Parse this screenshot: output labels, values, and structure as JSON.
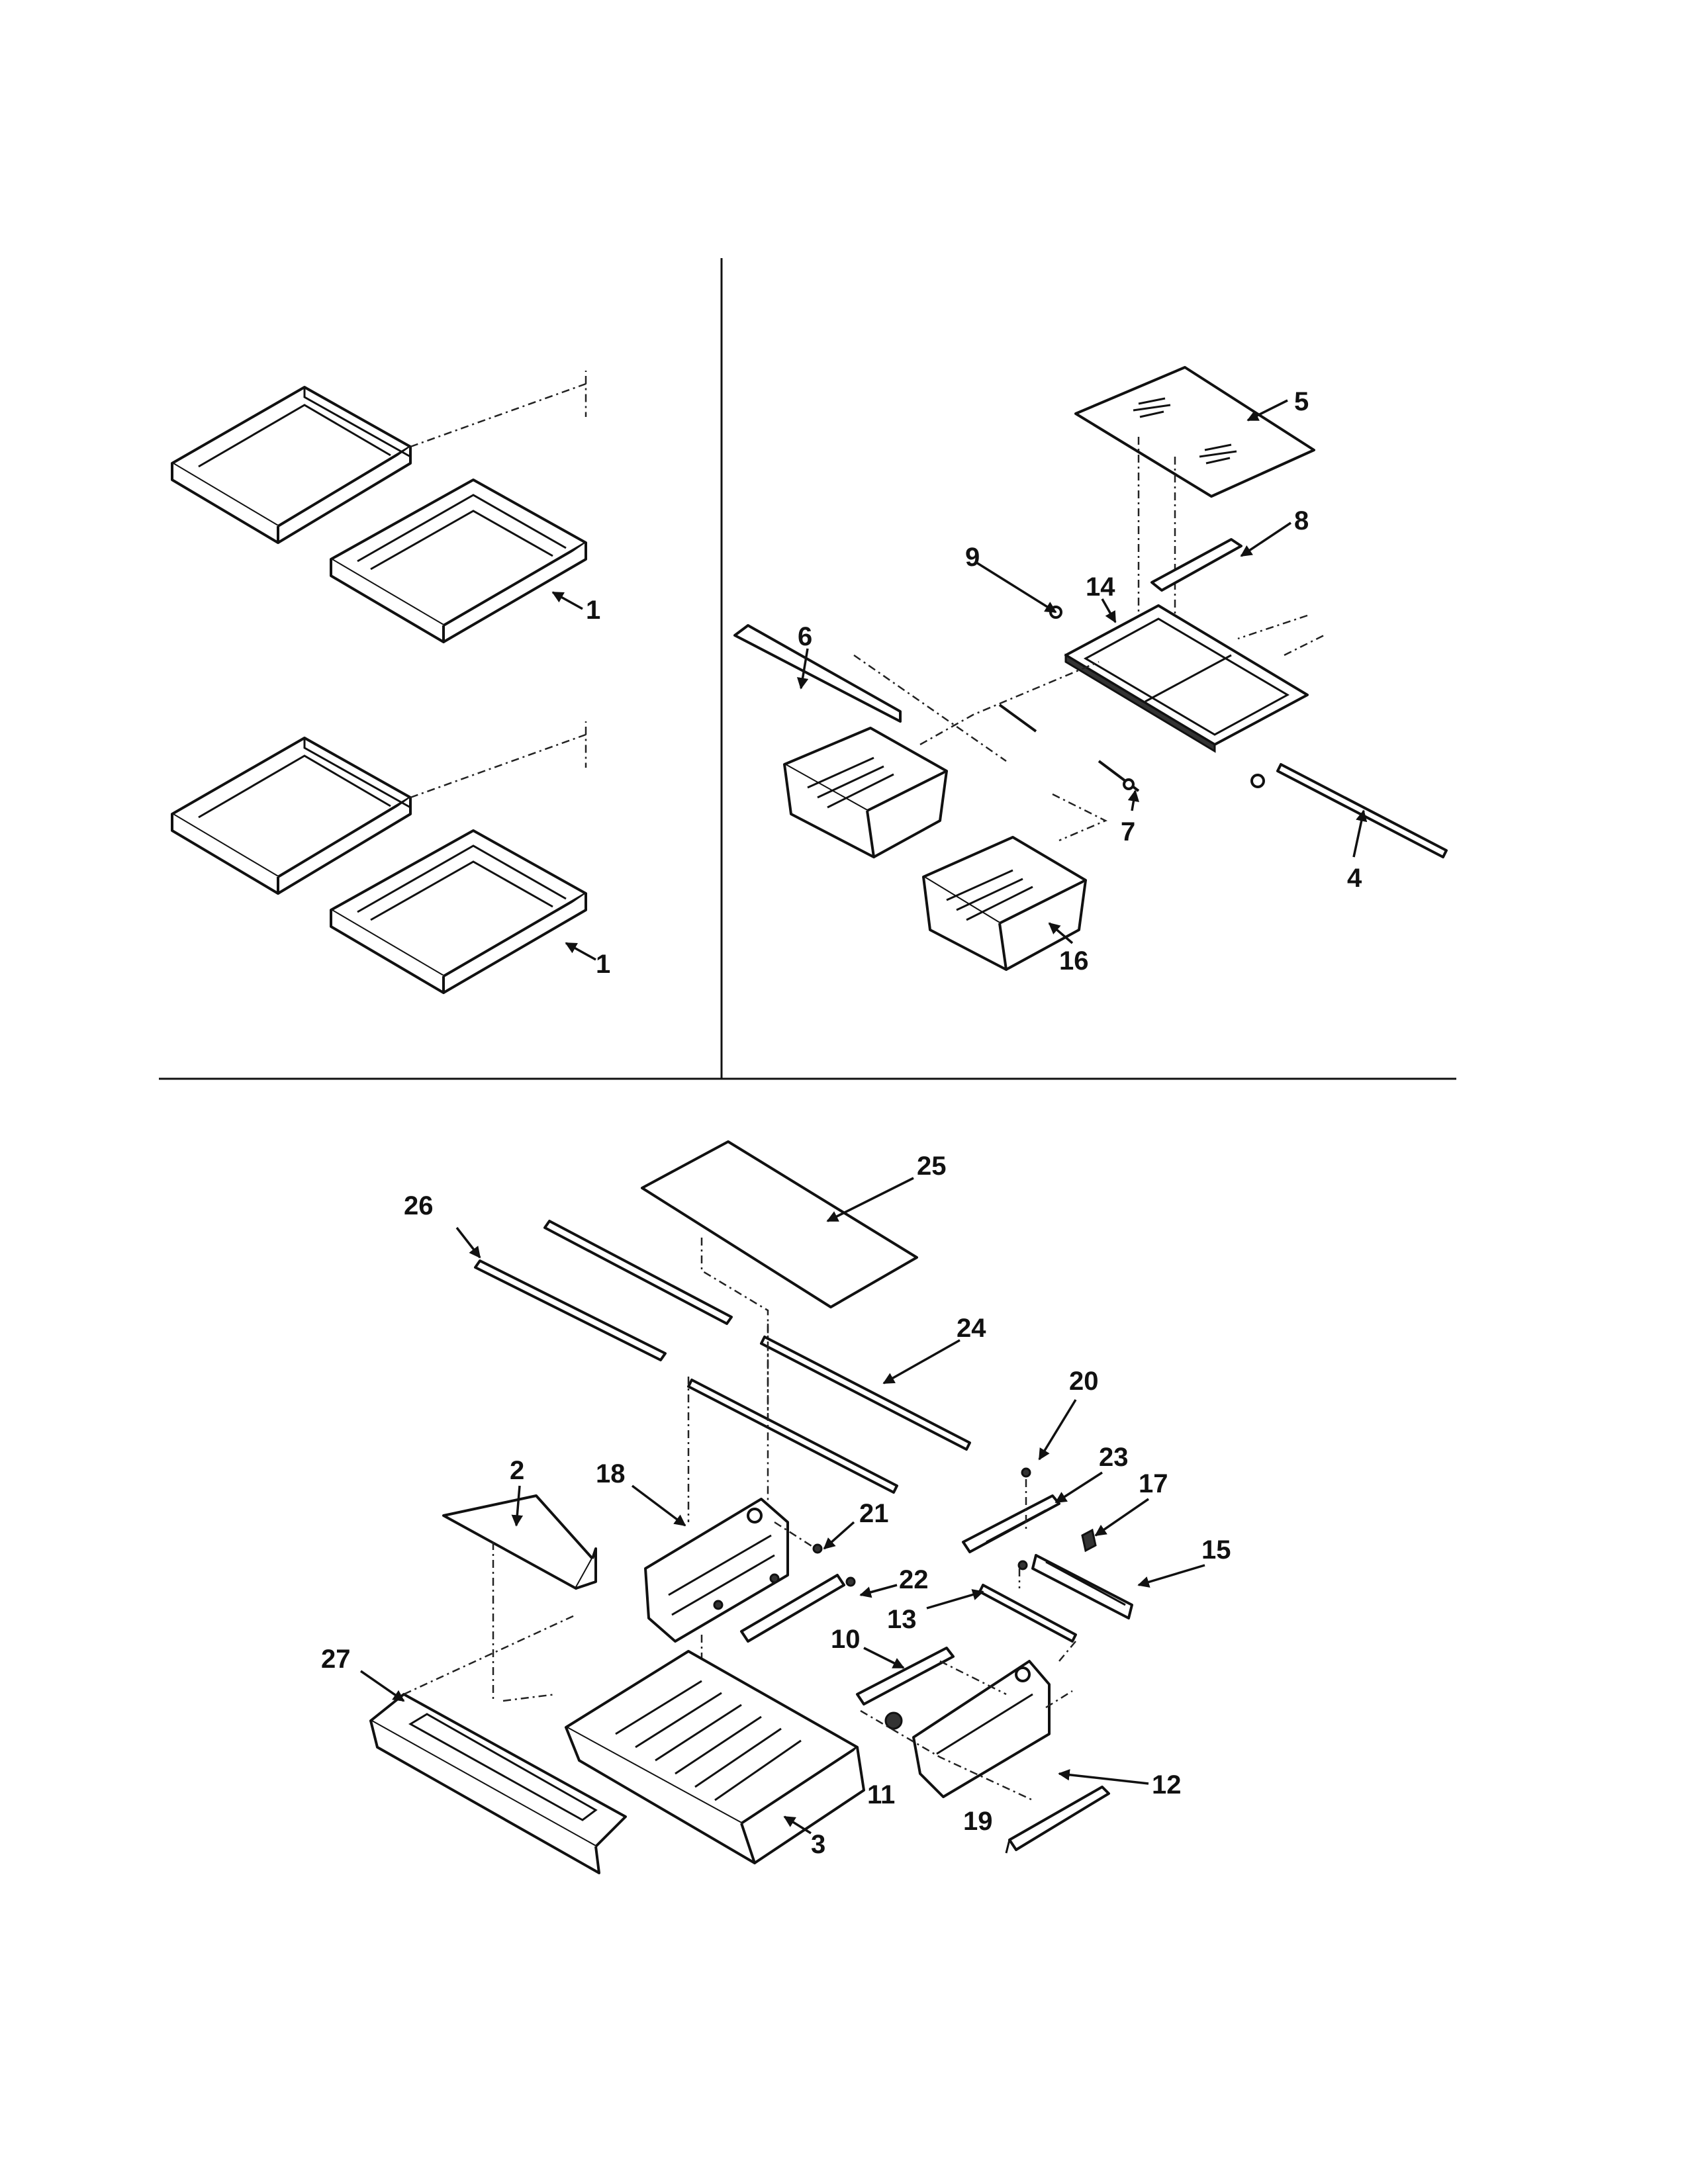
{
  "callouts": {
    "c1_upper": "1",
    "c1_lower": "1",
    "c2": "2",
    "c3": "3",
    "c4": "4",
    "c5": "5",
    "c6": "6",
    "c7": "7",
    "c8": "8",
    "c9": "9",
    "c10": "10",
    "c11": "11",
    "c12": "12",
    "c13": "13",
    "c14": "14",
    "c15": "15",
    "c16": "16",
    "c17": "17",
    "c18": "18",
    "c19": "19",
    "c20": "20",
    "c21": "21",
    "c22": "22",
    "c23": "23",
    "c24": "24",
    "c25": "25",
    "c26": "26",
    "c27": "27"
  }
}
